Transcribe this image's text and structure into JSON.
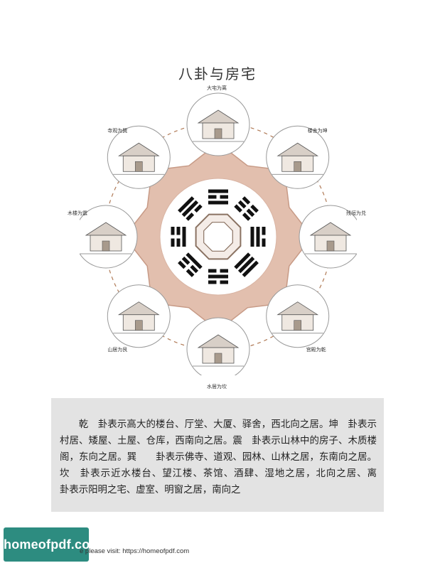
{
  "page": {
    "title": "八卦与房宅"
  },
  "diagram": {
    "scenes": [
      {
        "label": "大宅为离"
      },
      {
        "label": "楼舍为坤"
      },
      {
        "label": "残垣为兑"
      },
      {
        "label": "宫殿为乾"
      },
      {
        "label": "水居为坎"
      },
      {
        "label": "山居为艮"
      },
      {
        "label": "木楼为震"
      },
      {
        "label": "寺观为巽"
      }
    ],
    "colors": {
      "octagram_fill": "#e2bfae",
      "octagram_stroke": "#c79a86",
      "inner_disc": "#ffffff",
      "trigram": "#111111",
      "dashed_ring": "#b07a56"
    }
  },
  "body_text": {
    "paragraph": "乾　卦表示高大的楼台、厅堂、大厦、驿舍，西北向之居。坤　卦表示村居、矮屋、土屋、仓库，西南向之居。震　卦表示山林中的房子、木质楼阁，东向之居。巽　　卦表示佛寺、道观、园林、山林之居，东南向之居。坎　卦表示近水楼台、望江楼、茶馆、酒肆、湿地之居，北向之居、离　　卦表示阳明之宅、虚室、明窗之居，南向之"
  },
  "footer": {
    "brand": "homeofpdf.com",
    "link_text": "e please visit: https://homeofpdf.com"
  }
}
